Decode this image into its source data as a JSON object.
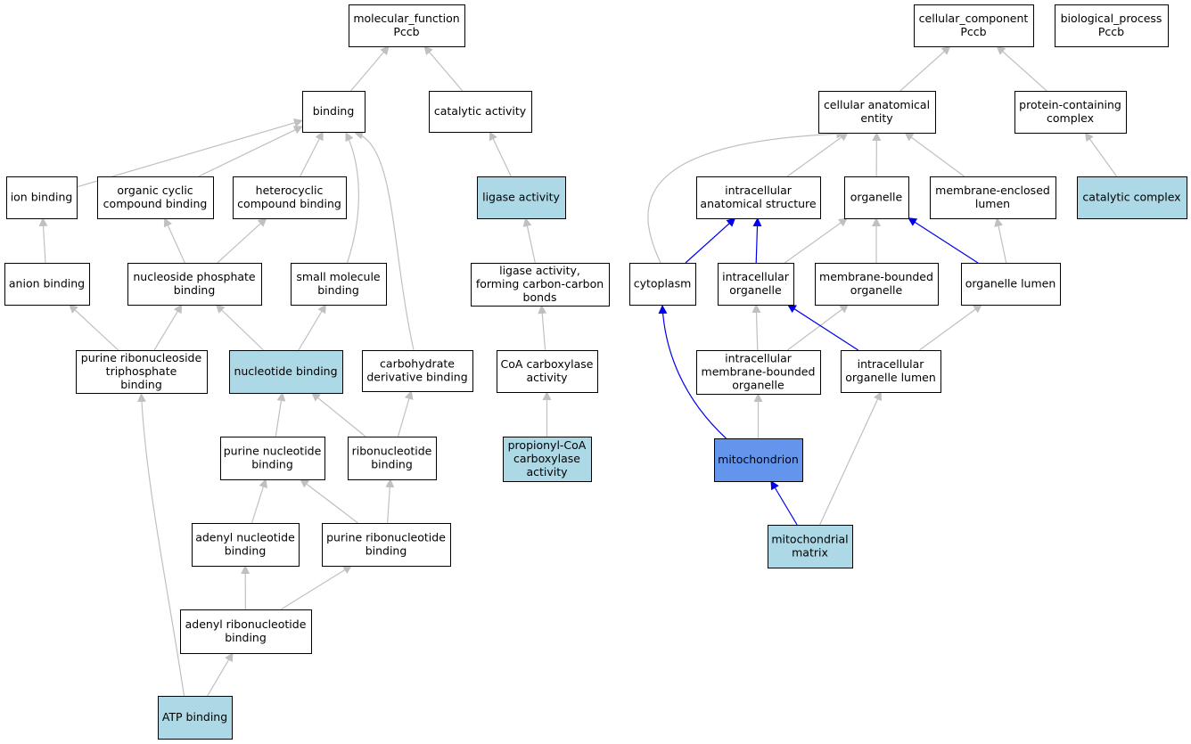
{
  "colors": {
    "node_default": "#ffffff",
    "node_annotated": "#add8e6",
    "node_focus": "#6495ed",
    "edge_default": "#c0c0c0",
    "edge_highlight": "#0000ee"
  },
  "nodes": [
    {
      "id": "molecular_function",
      "lines": [
        "molecular_function",
        "Pccb"
      ],
      "fill": "default"
    },
    {
      "id": "binding",
      "lines": [
        "binding"
      ],
      "fill": "default"
    },
    {
      "id": "catalytic_activity",
      "lines": [
        "catalytic activity"
      ],
      "fill": "default"
    },
    {
      "id": "ion_binding",
      "lines": [
        "ion binding"
      ],
      "fill": "default"
    },
    {
      "id": "organic_cyclic",
      "lines": [
        "organic cyclic",
        "compound binding"
      ],
      "fill": "default"
    },
    {
      "id": "heterocyclic",
      "lines": [
        "heterocyclic",
        "compound binding"
      ],
      "fill": "default"
    },
    {
      "id": "ligase_activity",
      "lines": [
        "ligase activity"
      ],
      "fill": "annotated"
    },
    {
      "id": "anion_binding",
      "lines": [
        "anion binding"
      ],
      "fill": "default"
    },
    {
      "id": "nucleoside_phosphate",
      "lines": [
        "nucleoside phosphate",
        "binding"
      ],
      "fill": "default"
    },
    {
      "id": "small_molecule",
      "lines": [
        "small molecule",
        "binding"
      ],
      "fill": "default"
    },
    {
      "id": "ligase_cc",
      "lines": [
        "ligase activity,",
        "forming carbon-carbon",
        "bonds"
      ],
      "fill": "default"
    },
    {
      "id": "purine_ribonucleoside_tp",
      "lines": [
        "purine ribonucleoside",
        "triphosphate",
        "binding"
      ],
      "fill": "default"
    },
    {
      "id": "nucleotide_binding",
      "lines": [
        "nucleotide binding"
      ],
      "fill": "annotated"
    },
    {
      "id": "carbohydrate_derivative",
      "lines": [
        "carbohydrate",
        "derivative binding"
      ],
      "fill": "default"
    },
    {
      "id": "coa_carboxylase",
      "lines": [
        "CoA carboxylase",
        "activity"
      ],
      "fill": "default"
    },
    {
      "id": "purine_nucleotide",
      "lines": [
        "purine nucleotide",
        "binding"
      ],
      "fill": "default"
    },
    {
      "id": "ribonucleotide",
      "lines": [
        "ribonucleotide",
        "binding"
      ],
      "fill": "default"
    },
    {
      "id": "propionyl_coa",
      "lines": [
        "propionyl-CoA",
        "carboxylase",
        "activity"
      ],
      "fill": "annotated"
    },
    {
      "id": "adenyl_nucleotide",
      "lines": [
        "adenyl nucleotide",
        "binding"
      ],
      "fill": "default"
    },
    {
      "id": "purine_ribonucleotide",
      "lines": [
        "purine ribonucleotide",
        "binding"
      ],
      "fill": "default"
    },
    {
      "id": "adenyl_ribonucleotide",
      "lines": [
        "adenyl ribonucleotide",
        "binding"
      ],
      "fill": "default"
    },
    {
      "id": "atp_binding",
      "lines": [
        "ATP binding"
      ],
      "fill": "annotated"
    },
    {
      "id": "cellular_component",
      "lines": [
        "cellular_component",
        "Pccb"
      ],
      "fill": "default"
    },
    {
      "id": "biological_process",
      "lines": [
        "biological_process",
        "Pccb"
      ],
      "fill": "default"
    },
    {
      "id": "cellular_anatomical_entity",
      "lines": [
        "cellular anatomical",
        "entity"
      ],
      "fill": "default"
    },
    {
      "id": "protein_containing_complex",
      "lines": [
        "protein-containing",
        "complex"
      ],
      "fill": "default"
    },
    {
      "id": "intracellular_anatomical",
      "lines": [
        "intracellular",
        "anatomical structure"
      ],
      "fill": "default"
    },
    {
      "id": "organelle",
      "lines": [
        "organelle"
      ],
      "fill": "default"
    },
    {
      "id": "membrane_enclosed_lumen",
      "lines": [
        "membrane-enclosed",
        "lumen"
      ],
      "fill": "default"
    },
    {
      "id": "catalytic_complex",
      "lines": [
        "catalytic complex"
      ],
      "fill": "annotated"
    },
    {
      "id": "cytoplasm",
      "lines": [
        "cytoplasm"
      ],
      "fill": "default"
    },
    {
      "id": "intracellular_organelle",
      "lines": [
        "intracellular",
        "organelle"
      ],
      "fill": "default"
    },
    {
      "id": "membrane_bounded_organelle",
      "lines": [
        "membrane-bounded",
        "organelle"
      ],
      "fill": "default"
    },
    {
      "id": "organelle_lumen",
      "lines": [
        "organelle lumen"
      ],
      "fill": "default"
    },
    {
      "id": "intracellular_mb_organelle",
      "lines": [
        "intracellular",
        "membrane-bounded",
        "organelle"
      ],
      "fill": "default"
    },
    {
      "id": "intracellular_organelle_lumen",
      "lines": [
        "intracellular",
        "organelle lumen"
      ],
      "fill": "default"
    },
    {
      "id": "mitochondrion",
      "lines": [
        "mitochondrion"
      ],
      "fill": "focus"
    },
    {
      "id": "mitochondrial_matrix",
      "lines": [
        "mitochondrial",
        "matrix"
      ],
      "fill": "annotated"
    }
  ],
  "edges": [
    {
      "from": "binding",
      "to": "molecular_function",
      "style": "default"
    },
    {
      "from": "catalytic_activity",
      "to": "molecular_function",
      "style": "default"
    },
    {
      "from": "ion_binding",
      "to": "binding",
      "style": "default"
    },
    {
      "from": "organic_cyclic",
      "to": "binding",
      "style": "default"
    },
    {
      "from": "heterocyclic",
      "to": "binding",
      "style": "default"
    },
    {
      "from": "small_molecule",
      "to": "binding",
      "style": "default"
    },
    {
      "from": "carbohydrate_derivative",
      "to": "binding",
      "style": "default"
    },
    {
      "from": "ligase_activity",
      "to": "catalytic_activity",
      "style": "default"
    },
    {
      "from": "anion_binding",
      "to": "ion_binding",
      "style": "default"
    },
    {
      "from": "nucleoside_phosphate",
      "to": "organic_cyclic",
      "style": "default"
    },
    {
      "from": "nucleoside_phosphate",
      "to": "heterocyclic",
      "style": "default"
    },
    {
      "from": "ligase_cc",
      "to": "ligase_activity",
      "style": "default"
    },
    {
      "from": "purine_ribonucleoside_tp",
      "to": "anion_binding",
      "style": "default"
    },
    {
      "from": "purine_ribonucleoside_tp",
      "to": "nucleoside_phosphate",
      "style": "default"
    },
    {
      "from": "nucleotide_binding",
      "to": "nucleoside_phosphate",
      "style": "default"
    },
    {
      "from": "nucleotide_binding",
      "to": "small_molecule",
      "style": "default"
    },
    {
      "from": "coa_carboxylase",
      "to": "ligase_cc",
      "style": "default"
    },
    {
      "from": "purine_nucleotide",
      "to": "nucleotide_binding",
      "style": "default"
    },
    {
      "from": "ribonucleotide",
      "to": "nucleotide_binding",
      "style": "default"
    },
    {
      "from": "ribonucleotide",
      "to": "carbohydrate_derivative",
      "style": "default"
    },
    {
      "from": "propionyl_coa",
      "to": "coa_carboxylase",
      "style": "default"
    },
    {
      "from": "adenyl_nucleotide",
      "to": "purine_nucleotide",
      "style": "default"
    },
    {
      "from": "purine_ribonucleotide",
      "to": "purine_nucleotide",
      "style": "default"
    },
    {
      "from": "purine_ribonucleotide",
      "to": "ribonucleotide",
      "style": "default"
    },
    {
      "from": "adenyl_ribonucleotide",
      "to": "adenyl_nucleotide",
      "style": "default"
    },
    {
      "from": "adenyl_ribonucleotide",
      "to": "purine_ribonucleotide",
      "style": "default"
    },
    {
      "from": "atp_binding",
      "to": "adenyl_ribonucleotide",
      "style": "default"
    },
    {
      "from": "atp_binding",
      "to": "purine_ribonucleoside_tp",
      "style": "default"
    },
    {
      "from": "cellular_anatomical_entity",
      "to": "cellular_component",
      "style": "default"
    },
    {
      "from": "protein_containing_complex",
      "to": "cellular_component",
      "style": "default"
    },
    {
      "from": "catalytic_complex",
      "to": "protein_containing_complex",
      "style": "default"
    },
    {
      "from": "intracellular_anatomical",
      "to": "cellular_anatomical_entity",
      "style": "default"
    },
    {
      "from": "organelle",
      "to": "cellular_anatomical_entity",
      "style": "default"
    },
    {
      "from": "membrane_enclosed_lumen",
      "to": "cellular_anatomical_entity",
      "style": "default"
    },
    {
      "from": "cytoplasm",
      "to": "cellular_anatomical_entity",
      "style": "default"
    },
    {
      "from": "cytoplasm",
      "to": "intracellular_anatomical",
      "style": "highlight"
    },
    {
      "from": "intracellular_organelle",
      "to": "intracellular_anatomical",
      "style": "highlight"
    },
    {
      "from": "intracellular_organelle",
      "to": "organelle",
      "style": "default"
    },
    {
      "from": "membrane_bounded_organelle",
      "to": "organelle",
      "style": "default"
    },
    {
      "from": "organelle_lumen",
      "to": "organelle",
      "style": "highlight"
    },
    {
      "from": "organelle_lumen",
      "to": "membrane_enclosed_lumen",
      "style": "default"
    },
    {
      "from": "intracellular_mb_organelle",
      "to": "intracellular_organelle",
      "style": "default"
    },
    {
      "from": "intracellular_mb_organelle",
      "to": "membrane_bounded_organelle",
      "style": "default"
    },
    {
      "from": "intracellular_organelle_lumen",
      "to": "intracellular_organelle",
      "style": "highlight"
    },
    {
      "from": "intracellular_organelle_lumen",
      "to": "organelle_lumen",
      "style": "default"
    },
    {
      "from": "mitochondrion",
      "to": "cytoplasm",
      "style": "highlight"
    },
    {
      "from": "mitochondrion",
      "to": "intracellular_mb_organelle",
      "style": "default"
    },
    {
      "from": "mitochondrial_matrix",
      "to": "mitochondrion",
      "style": "highlight"
    },
    {
      "from": "mitochondrial_matrix",
      "to": "intracellular_organelle_lumen",
      "style": "default"
    }
  ]
}
